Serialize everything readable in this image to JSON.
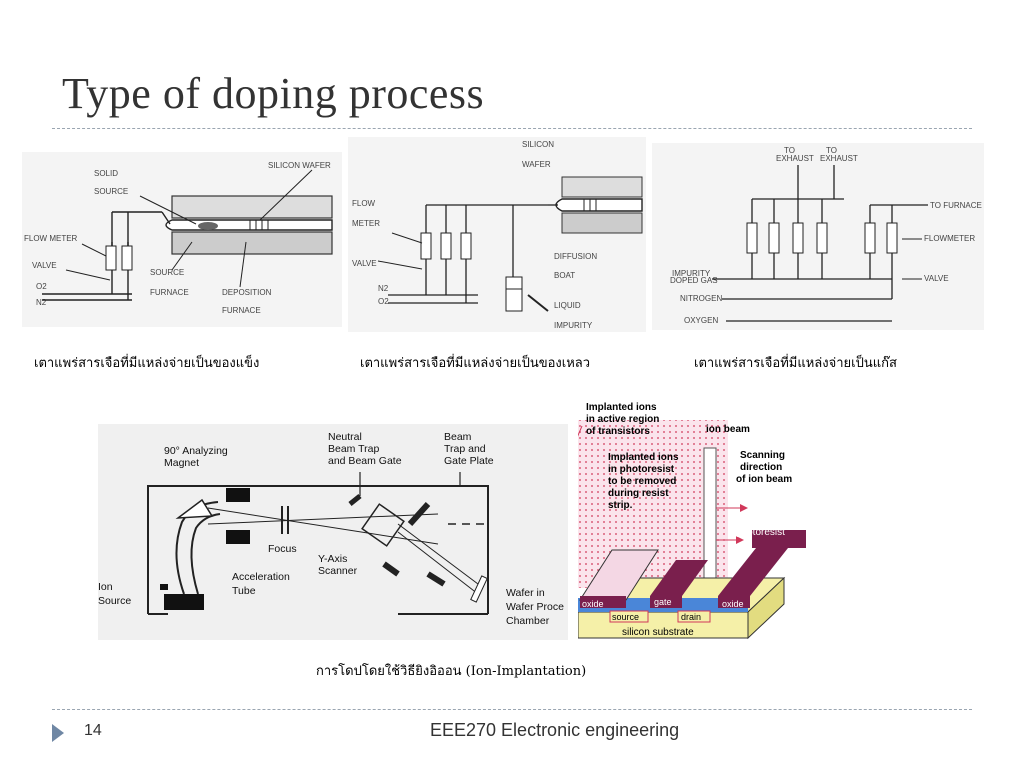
{
  "slide": {
    "title": "Type of doping process",
    "page_number": "14",
    "footer": "EEE270 Electronic engineering"
  },
  "figures": {
    "solid_source": {
      "caption": "เตาแพร่สารเจือที่มีแหล่งจ่ายเป็นของแข็ง",
      "labels": {
        "solid": "SOLID",
        "source": "SOURCE",
        "silicon_wafer": "SILICON WAFER",
        "flow_meter": "FLOW METER",
        "valve": "VALVE",
        "o2": "O2",
        "n2": "N2",
        "source_l": "SOURCE",
        "furnace": "FURNACE",
        "deposition": "DEPOSITION",
        "furnace2": "FURNACE"
      }
    },
    "liquid_source": {
      "caption": "เตาแพร่สารเจือที่มีแหล่งจ่ายเป็นของเหลว",
      "labels": {
        "silicon": "SILICON",
        "wafer": "WAFER",
        "flow": "FLOW",
        "meter": "METER",
        "valve": "VALVE",
        "n2": "N2",
        "o2": "O2",
        "diffusion": "DIFFUSION",
        "boat": "BOAT",
        "liquid": "LIQUID",
        "impurity": "IMPURITY"
      }
    },
    "gas_source": {
      "caption": "เตาแพร่สารเจือที่มีแหล่งจ่ายเป็นแก๊ส",
      "labels": {
        "to_exhaust_1": "TO",
        "exhaust_1": "EXHAUST",
        "to_exhaust_2": "TO",
        "exhaust_2": "EXHAUST",
        "to_furnace": "TO FURNACE",
        "flowmeter": "FLOWMETER",
        "impurity": "IMPURITY",
        "doped_gas": "DOPED GAS",
        "valve": "VALVE",
        "nitrogen": "NITROGEN",
        "oxygen": "OXYGEN"
      }
    },
    "ion_implanter": {
      "labels": {
        "analyzing": "90° Analyzing",
        "magnet": "Magnet",
        "neutral": "Neutral",
        "beam_trap": "Beam Trap",
        "beam_gate": "and Beam Gate",
        "beam": "Beam",
        "trap": "Trap and",
        "gate_plate": "Gate Plate",
        "focus": "Focus",
        "y_axis": "Y-Axis",
        "scanner": "Scanner",
        "ion": "Ion",
        "source": "Source",
        "acceleration": "Acceleration",
        "tube": "Tube",
        "wafer_in": "Wafer in",
        "wafer_process": "Wafer Proce",
        "chamber": "Chamber"
      }
    },
    "ion_implant_mos": {
      "labels": {
        "implanted_ions_1": "Implanted ions",
        "active_region": "in active region",
        "of_transistors": "of transistors",
        "ion_beam": "ion beam",
        "implanted_ions_2": "Implanted ions",
        "in_photoresist": "in photoresist",
        "to_be_removed": "to be removed",
        "during_resist": "during resist",
        "strip": "strip.",
        "scanning": "Scanning",
        "direction": "direction",
        "of_ion_beam": "of ion beam",
        "photoresist": "photoresist",
        "oxide_l": "oxide",
        "gate": "gate",
        "oxide_r": "oxide",
        "source": "source",
        "drain": "drain",
        "substrate": "silicon substrate"
      }
    },
    "ion_caption": "การโดปโดยใช้วิธียิงอิออน (Ion-Implantation)"
  }
}
